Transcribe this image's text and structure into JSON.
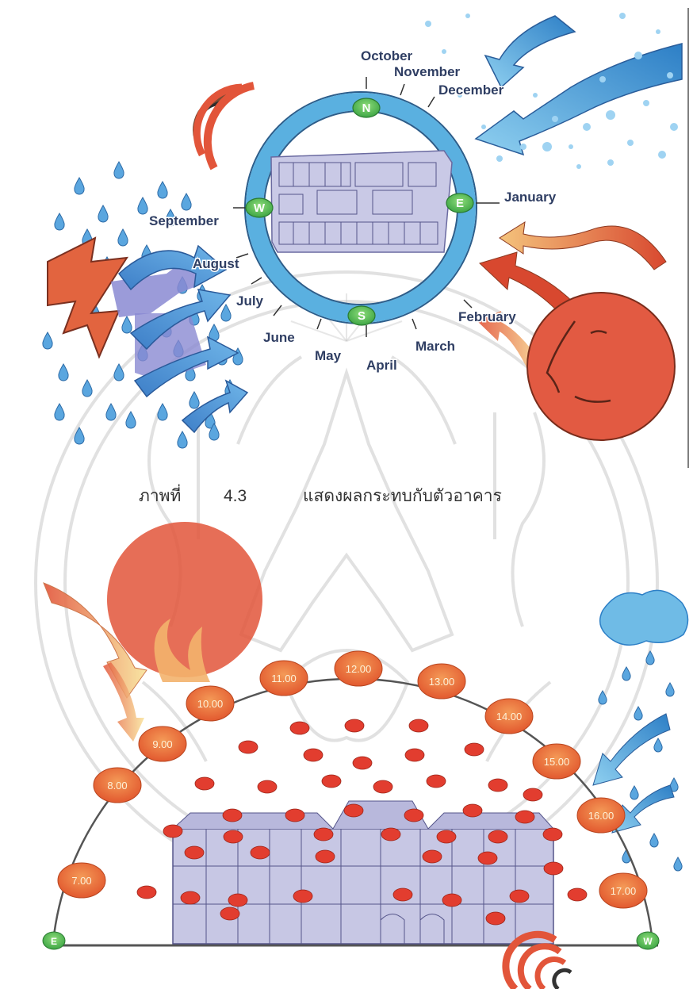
{
  "figure": {
    "caption_label": "ภาพที่",
    "caption_number": "4.3",
    "caption_text": "แสดงผลกระทบกับตัวอาคาร"
  },
  "compass": {
    "N": "N",
    "E": "E",
    "S": "S",
    "W": "W",
    "months": {
      "october": "October",
      "november": "November",
      "december": "December",
      "january": "January",
      "february": "February",
      "march": "March",
      "april": "April",
      "may": "May",
      "june": "June",
      "july": "July",
      "august": "August",
      "september": "September"
    }
  },
  "sun_path": {
    "times": [
      "7.00",
      "8.00",
      "9.00",
      "10.00",
      "11.00",
      "12.00",
      "13.00",
      "14.00",
      "15.00",
      "16.00",
      "17.00"
    ],
    "left_marker": "E",
    "right_marker": "W"
  },
  "colors": {
    "ring": "#5ab0e0",
    "sun": "#e0553f",
    "time_bubble": "#e8713f",
    "rain": "#4a9bd6",
    "heat_wind": "#e9764a",
    "watermark": "#c9c9c9"
  }
}
